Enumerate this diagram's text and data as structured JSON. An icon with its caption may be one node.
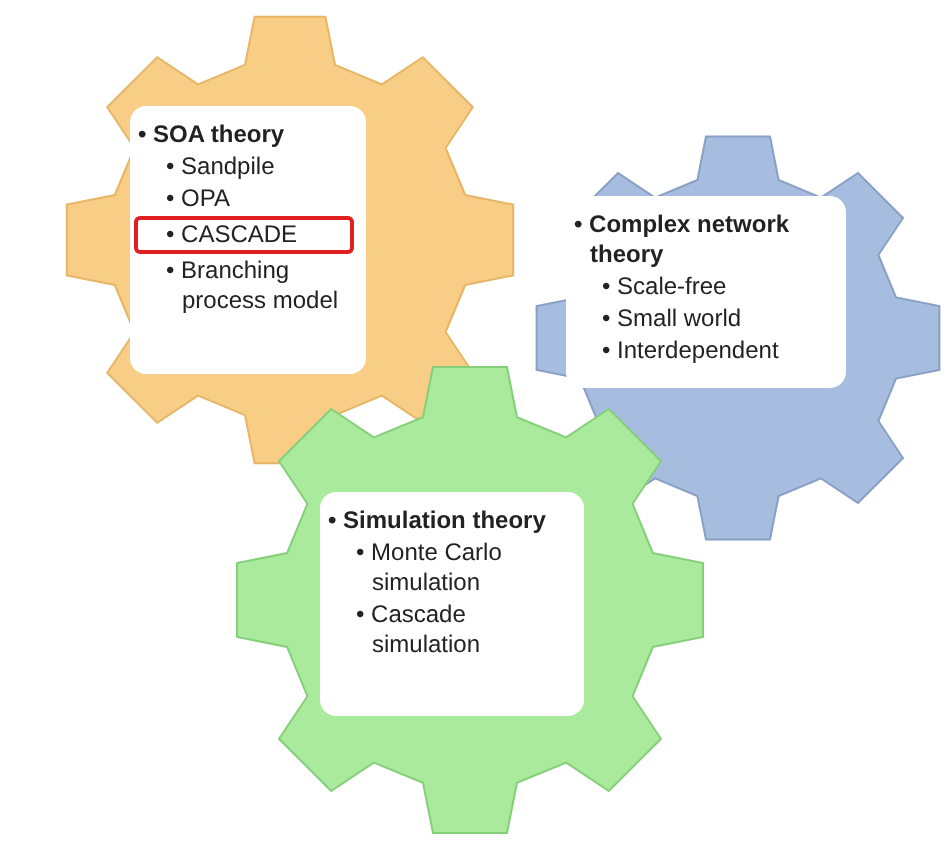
{
  "diagram": {
    "nodes": [
      {
        "text": [
          "• SOA theory",
          "• Sandpile",
          "• OPA",
          "• Branching process model"
        ]
      },
      {
        "text": [
          "• CASCADE"
        ],
        "in": 0
      },
      {
        "text": [
          "• Complex network theory",
          "• Scale-free",
          "• Small world",
          "• Interdependent"
        ]
      },
      {
        "text": [
          "• Simulation theory",
          "• Monte Carlo simulation",
          "• Cascade simulation"
        ]
      }
    ],
    "edges": []
  }
}
